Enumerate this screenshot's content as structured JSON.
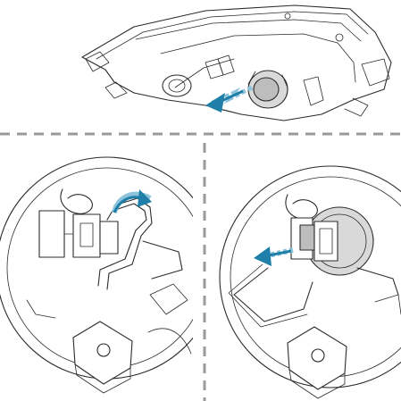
{
  "figure": {
    "panels": [
      {
        "id": "overview",
        "subject": "headlamp-unit"
      },
      {
        "id": "step-1",
        "subject": "retaining-clip"
      },
      {
        "id": "step-2",
        "subject": "bulb-removal"
      }
    ],
    "colors": {
      "line": "#2b2b2b",
      "arrow": "#1f7fa8",
      "arrow_light": "#8ec3dc",
      "shade": "#d9d9d9",
      "divider": "#9a9a9a"
    }
  }
}
